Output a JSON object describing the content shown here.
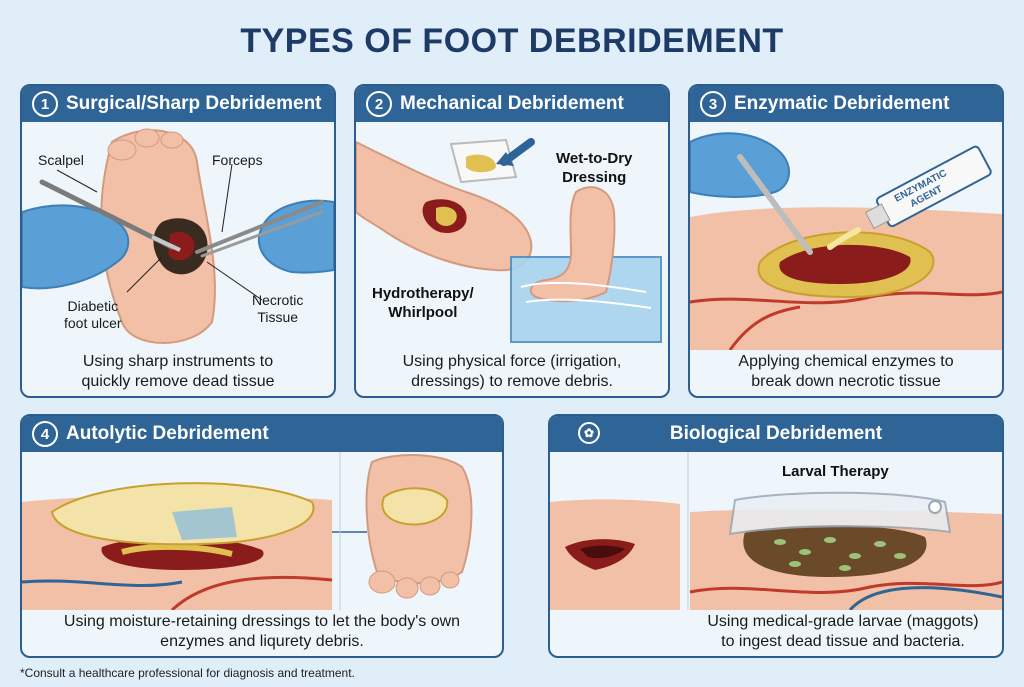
{
  "title": "TYPES OF FOOT DEBRIDEMENT",
  "panels": [
    {
      "number": "1",
      "heading": "Surgical/Sharp Debridement",
      "labels": {
        "scalpel": "Scalpel",
        "forceps": "Forceps",
        "ulcer": "Diabetic\nfoot ulcer",
        "necrotic": "Necrotic\nTissue"
      },
      "description": "Using sharp instruments to\nquickly remove dead tissue"
    },
    {
      "number": "2",
      "heading": "Mechanical Debridement",
      "labels": {
        "wet_to_dry": "Wet-to-Dry\nDressing",
        "hydrotherapy": "Hydrotherapy/\nWhirlpool"
      },
      "description": "Using physical force (irrigation,\ndressings) to remove debris."
    },
    {
      "number": "3",
      "heading": "Enzymatic Debridement",
      "labels": {
        "tube": "ENZYMATIC\nAGENT"
      },
      "description": "Applying chemical enzymes to\nbreak down necrotic tissue"
    },
    {
      "number": "4",
      "heading": "Autolytic Debridement",
      "description": "Using moisture-retaining dressings to let the body's own\nenzymes and liqurety debris."
    },
    {
      "heading": "Biological Debridement",
      "icon": "larva-icon",
      "labels": {
        "larval": "Larval Therapy"
      },
      "description": "Using medical-grade larvae (maggots)\nto ingest dead tissue and bacteria."
    }
  ],
  "footnote": "*Consult a healthcare professional for diagnosis and treatment.",
  "colors": {
    "header": "#2f6496",
    "border": "#2d5d8e",
    "title": "#1e3a66",
    "panel_bg": "#eef6fb",
    "skin": "#f2c0a6",
    "wound": "#8b1c1c",
    "glove": "#5a9fd6"
  }
}
